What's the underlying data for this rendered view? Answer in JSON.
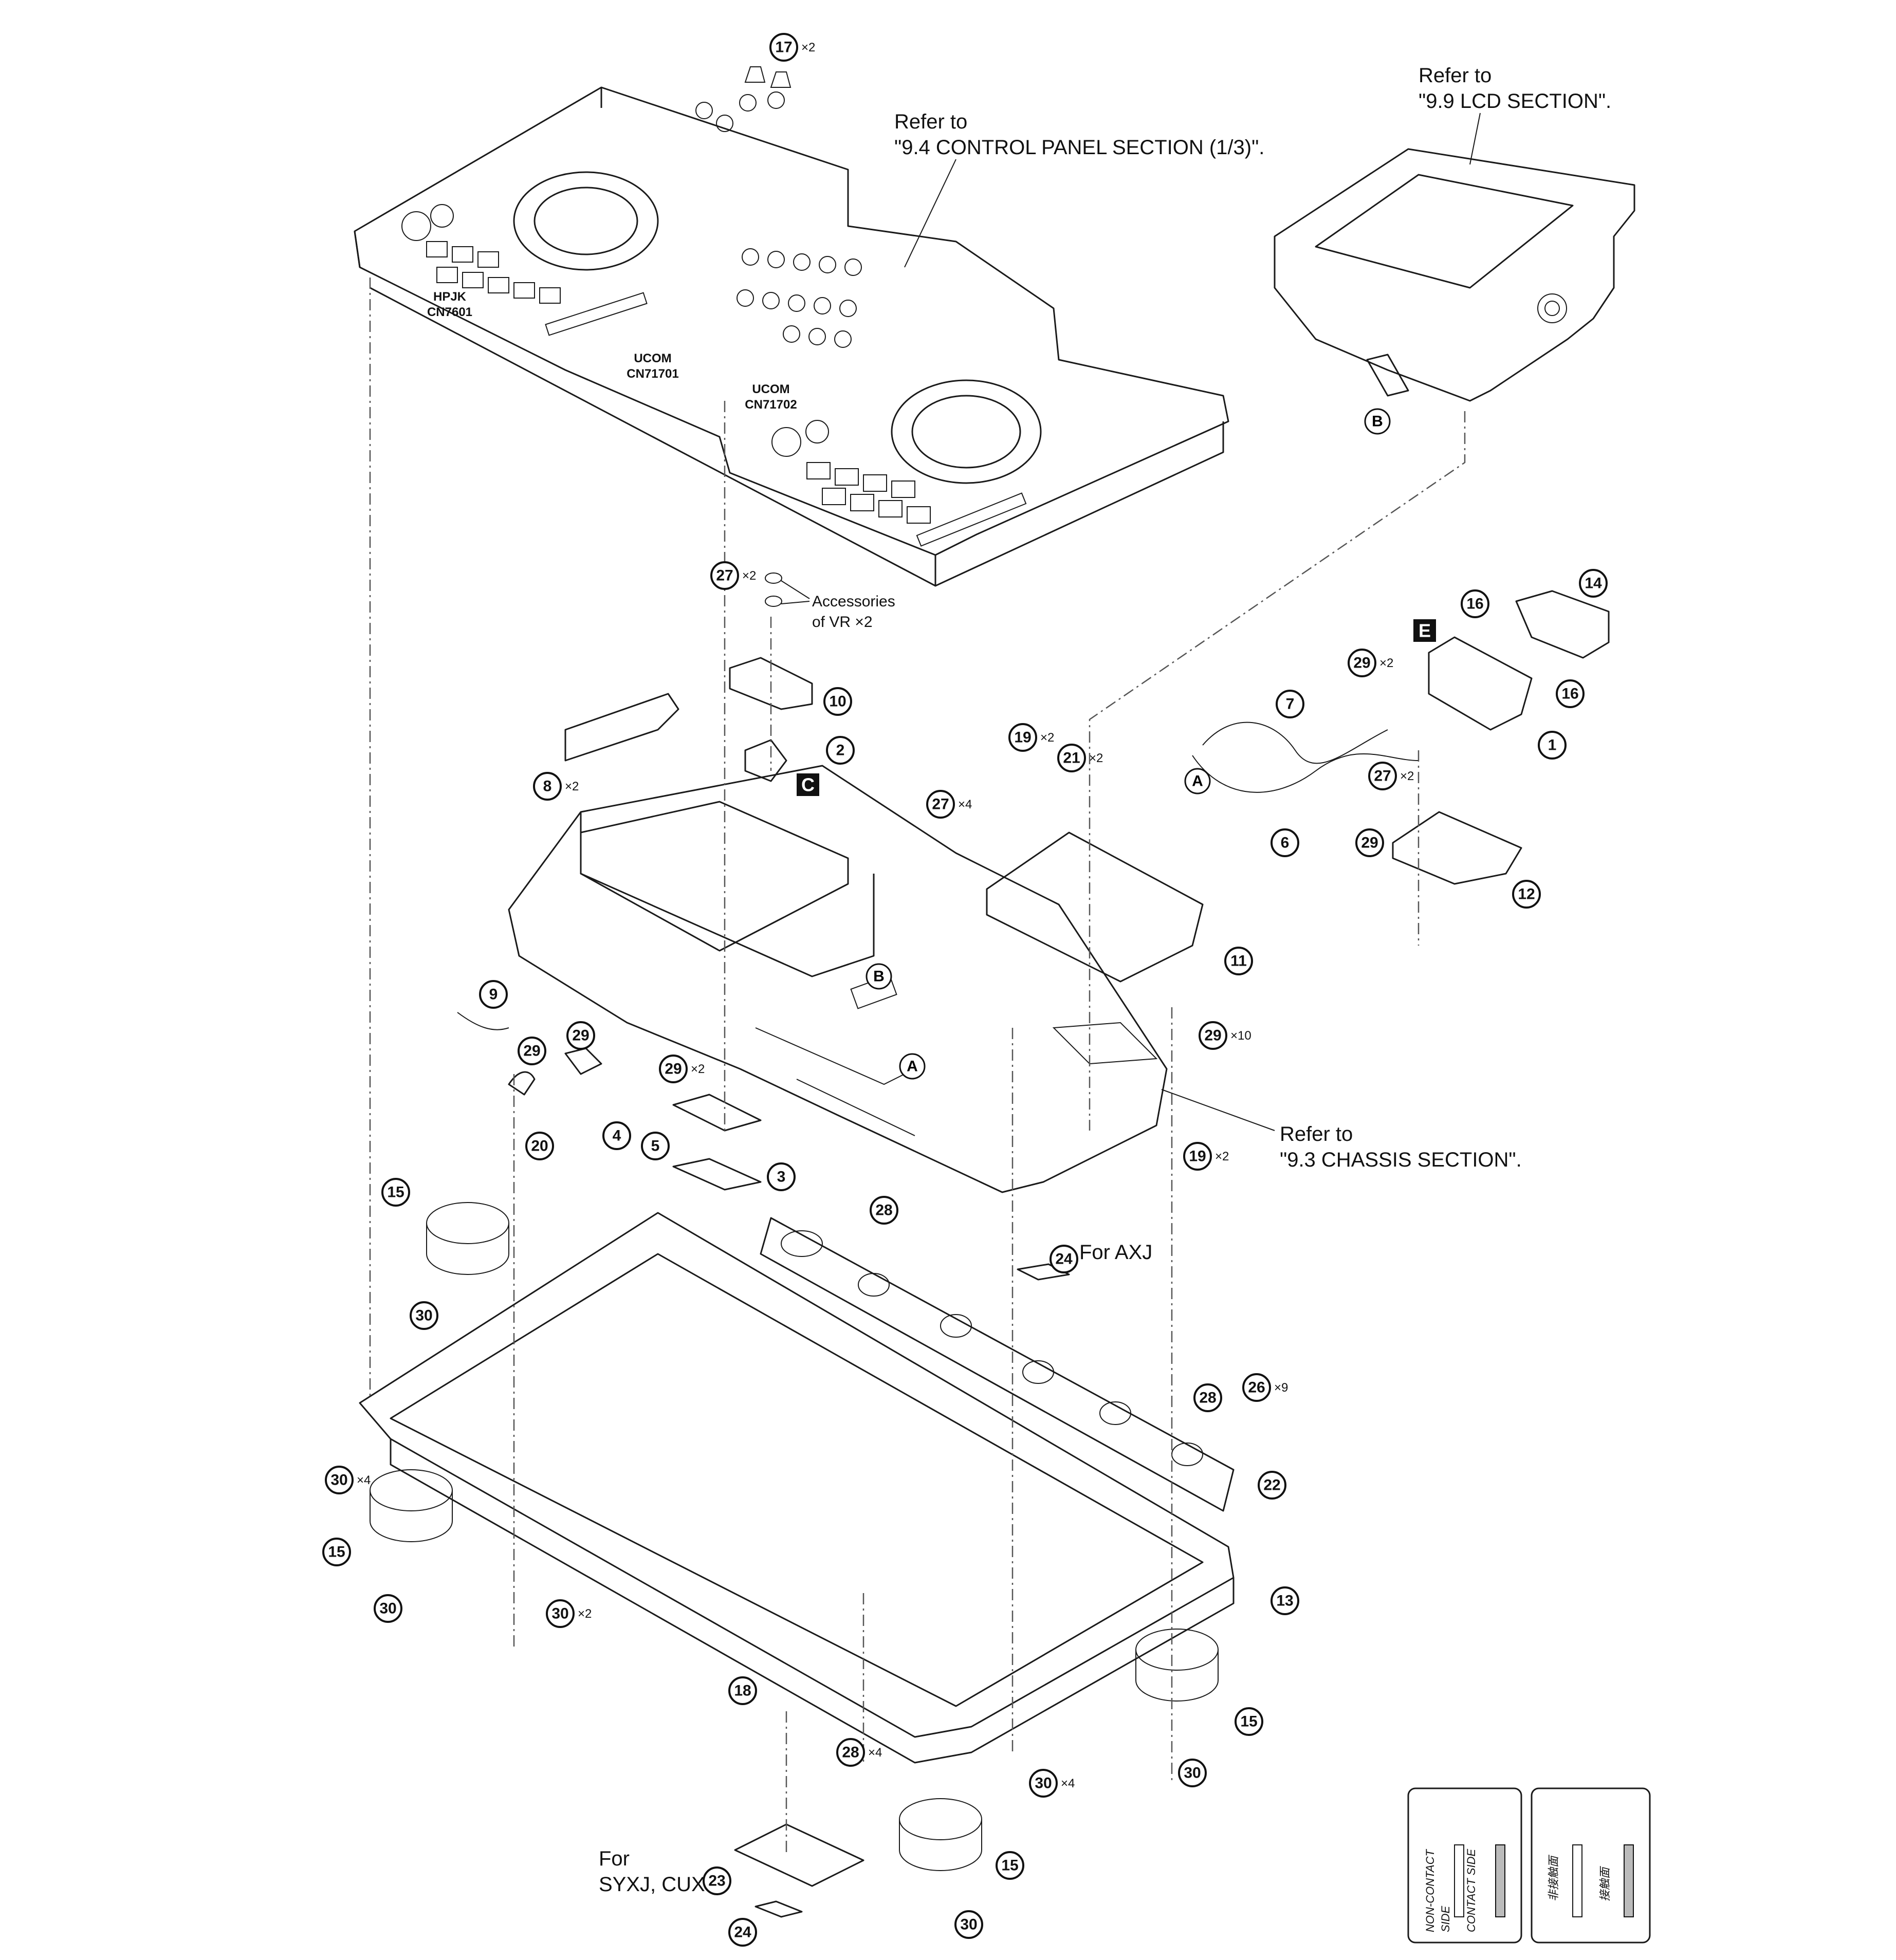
{
  "references": {
    "control_panel": [
      "Refer to",
      "\"9.4 CONTROL PANEL SECTION (1/3)\"."
    ],
    "lcd": [
      "Refer to",
      "\"9.9 LCD SECTION\"."
    ],
    "chassis": [
      "Refer to",
      "\"9.3 CHASSIS SECTION\"."
    ]
  },
  "connectors": {
    "hpjk": [
      "HPJK",
      "CN7601"
    ],
    "ucom1": [
      "UCOM",
      "CN71701"
    ],
    "ucom2": [
      "UCOM",
      "CN71702"
    ]
  },
  "accessories": [
    "Accessories",
    "of VR ×2"
  ],
  "variants": {
    "axj": "For AXJ",
    "syxj": [
      "For",
      "SYXJ, CUXJ"
    ]
  },
  "badges": {
    "c": "C",
    "e": "E"
  },
  "arrows": {
    "a": "A",
    "b": "B"
  },
  "callouts": [
    {
      "num": "17",
      "qty": "×2"
    },
    {
      "num": "27",
      "qty": "×2"
    },
    {
      "num": "10",
      "qty": ""
    },
    {
      "num": "2",
      "qty": ""
    },
    {
      "num": "8",
      "qty": "×2"
    },
    {
      "num": "27",
      "qty": "×4"
    },
    {
      "num": "19",
      "qty": "×2"
    },
    {
      "num": "21",
      "qty": "×2"
    },
    {
      "num": "11",
      "qty": ""
    },
    {
      "num": "16",
      "qty": ""
    },
    {
      "num": "14",
      "qty": ""
    },
    {
      "num": "29",
      "qty": "×2"
    },
    {
      "num": "16",
      "qty": ""
    },
    {
      "num": "7",
      "qty": ""
    },
    {
      "num": "1",
      "qty": ""
    },
    {
      "num": "27",
      "qty": "×2"
    },
    {
      "num": "6",
      "qty": ""
    },
    {
      "num": "29",
      "qty": ""
    },
    {
      "num": "12",
      "qty": ""
    },
    {
      "num": "9",
      "qty": ""
    },
    {
      "num": "29",
      "qty": ""
    },
    {
      "num": "29",
      "qty": ""
    },
    {
      "num": "29",
      "qty": "×2"
    },
    {
      "num": "20",
      "qty": ""
    },
    {
      "num": "4",
      "qty": ""
    },
    {
      "num": "5",
      "qty": ""
    },
    {
      "num": "3",
      "qty": ""
    },
    {
      "num": "29",
      "qty": "×10"
    },
    {
      "num": "19",
      "qty": "×2"
    },
    {
      "num": "15",
      "qty": ""
    },
    {
      "num": "30",
      "qty": ""
    },
    {
      "num": "28",
      "qty": ""
    },
    {
      "num": "24",
      "qty": ""
    },
    {
      "num": "28",
      "qty": ""
    },
    {
      "num": "26",
      "qty": "×9"
    },
    {
      "num": "22",
      "qty": ""
    },
    {
      "num": "30",
      "qty": "×4"
    },
    {
      "num": "15",
      "qty": ""
    },
    {
      "num": "30",
      "qty": ""
    },
    {
      "num": "30",
      "qty": "×2"
    },
    {
      "num": "13",
      "qty": ""
    },
    {
      "num": "18",
      "qty": ""
    },
    {
      "num": "28",
      "qty": "×4"
    },
    {
      "num": "30",
      "qty": "×4"
    },
    {
      "num": "15",
      "qty": ""
    },
    {
      "num": "30",
      "qty": ""
    },
    {
      "num": "23",
      "qty": ""
    },
    {
      "num": "15",
      "qty": ""
    },
    {
      "num": "30",
      "qty": ""
    },
    {
      "num": "24",
      "qty": ""
    }
  ],
  "legend": {
    "en": [
      "NON-CONTACT",
      "SIDE",
      "CONTACT SIDE"
    ],
    "jp": [
      "非接触面",
      "接触面"
    ]
  }
}
